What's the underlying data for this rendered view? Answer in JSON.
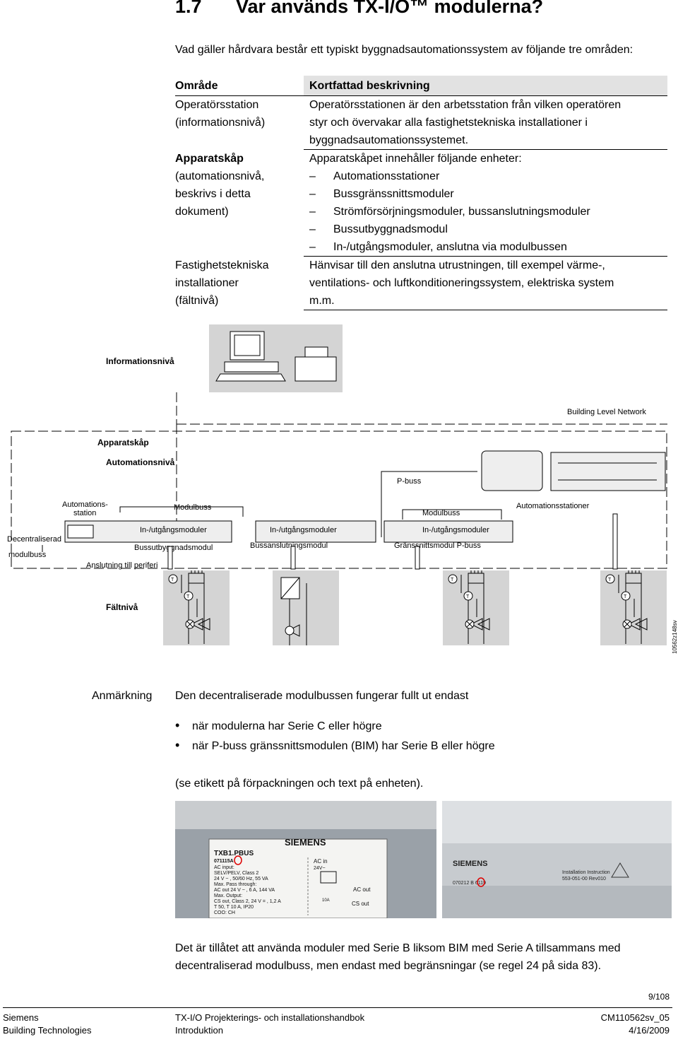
{
  "heading": {
    "number": "1.7",
    "title": "Var används TX-I/O™ modulerna?"
  },
  "intro": "Vad gäller hårdvara består ett typiskt byggnadsautomationssystem av följande tre områden:",
  "table": {
    "col1_header": "Område",
    "col2_header": "Kortfattad beskrivning",
    "rows": [
      {
        "area": [
          "Operatörsstation",
          "(informationsnivå)"
        ],
        "desc": [
          "Operatörsstationen är den arbetsstation från vilken operatören",
          "styr och övervakar alla fastighetstekniska installationer i",
          "byggnadsautomationssystemet."
        ]
      },
      {
        "area": [
          "Apparatskåp",
          "(automationsnivå,",
          "beskrivs i detta",
          "dokument)"
        ],
        "intro": "Apparatskåpet innehåller följande enheter:",
        "items": [
          "Automationsstationer",
          "Bussgränssnittsmoduler",
          "Strömförsörjningsmoduler, bussanslutningsmoduler",
          "Bussutbyggnadsmodul",
          "In-/utgångsmoduler, anslutna via modulbussen"
        ]
      },
      {
        "area": [
          "Fastighetstekniska",
          "installationer",
          "(fältnivå)"
        ],
        "desc": [
          "Hänvisar till den anslutna utrustningen, till exempel värme-,",
          "ventilations- och luftkonditioneringssystem, elektriska system",
          "m.m."
        ]
      }
    ]
  },
  "diagram": {
    "info_level": "Informationsnivå",
    "network": "Building Level Network",
    "cabinet": "Apparatskåp",
    "automation_level": "Automationsnivå",
    "pbus": "P-buss",
    "automation_stations": "Automationsstationer",
    "automation_station": [
      "Automations-",
      "station"
    ],
    "module_bus_left": "Modulbuss",
    "module_bus_right": "Modulbuss",
    "io_modules": "In-/utgångsmoduler",
    "bus_extension": "Bussutbyggnadsmodul",
    "bus_connection": "Bussanslutningsmodul",
    "interface_pbus": "Gränssnittsmodul P-buss",
    "decentral": [
      "Decentraliserad",
      "modulbuss"
    ],
    "periphery": "Anslutning till periferi",
    "field_level": "Fältnivå",
    "drawing_id": "10562z148sv"
  },
  "note": {
    "label": "Anmärkning",
    "text": "Den decentraliserade modulbussen fungerar fullt ut endast",
    "bullets": [
      "när modulerna har Serie C eller högre",
      "när P-buss gränssnittsmodulen (BIM) har Serie B eller högre"
    ],
    "paren": "(se etikett på förpackningen och text på enheten)."
  },
  "photo": {
    "left": {
      "brand": "SIEMENS",
      "model": "TXB1.PBUS",
      "serial": "071115A",
      "lines": [
        "AC input:",
        "SELV/PELV, Class 2",
        "24 V ~ , 50/60 Hz, 55 VA",
        "Max. Pass through:",
        "AC out 24 V ~ , 6 A, 144 VA",
        "Max. Output:",
        "CS out, Class 2, 24 V = , 1,2 A",
        "T 50, T 10 A, IP20",
        "COO: CH"
      ],
      "ac_in": "AC in",
      "v24": "24V~",
      "fuse": "10A",
      "ac_out": "AC out",
      "cs_out": "CS out"
    },
    "right": {
      "brand": "SIEMENS",
      "instr1": "Installation Instruction",
      "instr2": "553-051-00 Rev010",
      "serial": "070212 B 6119"
    }
  },
  "closing": "Det är tillåtet att använda moduler med Serie B liksom BIM med Serie A tillsammans med decentraliserad modulbuss, men endast med begränsningar (se regel 24 på sida 83).",
  "page_number": "9/108",
  "footer": {
    "company": "Siemens",
    "division": "Building Technologies",
    "doc_title": "TX-I/O Projekterings- och installationshandbok",
    "chapter": "Introduktion",
    "doc_id": "CM110562sv_05",
    "date": "4/16/2009"
  }
}
